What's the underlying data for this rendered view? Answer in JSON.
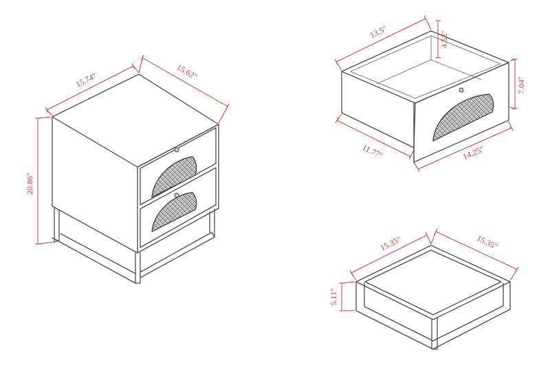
{
  "nightstand": {
    "depth": "15.74\"",
    "width": "15.62\"",
    "height": "20.86\""
  },
  "drawer": {
    "inner_depth": "13.5\"",
    "inner_height": "4.52\"",
    "front_height": "7.04\"",
    "side_length": "11.77\"",
    "front_width": "14.25\""
  },
  "frame": {
    "depth": "15.35\"",
    "width": "15.35\"",
    "height": "5.11\""
  },
  "colors": {
    "outline": "#4a4a4a",
    "dimension": "#d23c3c"
  }
}
